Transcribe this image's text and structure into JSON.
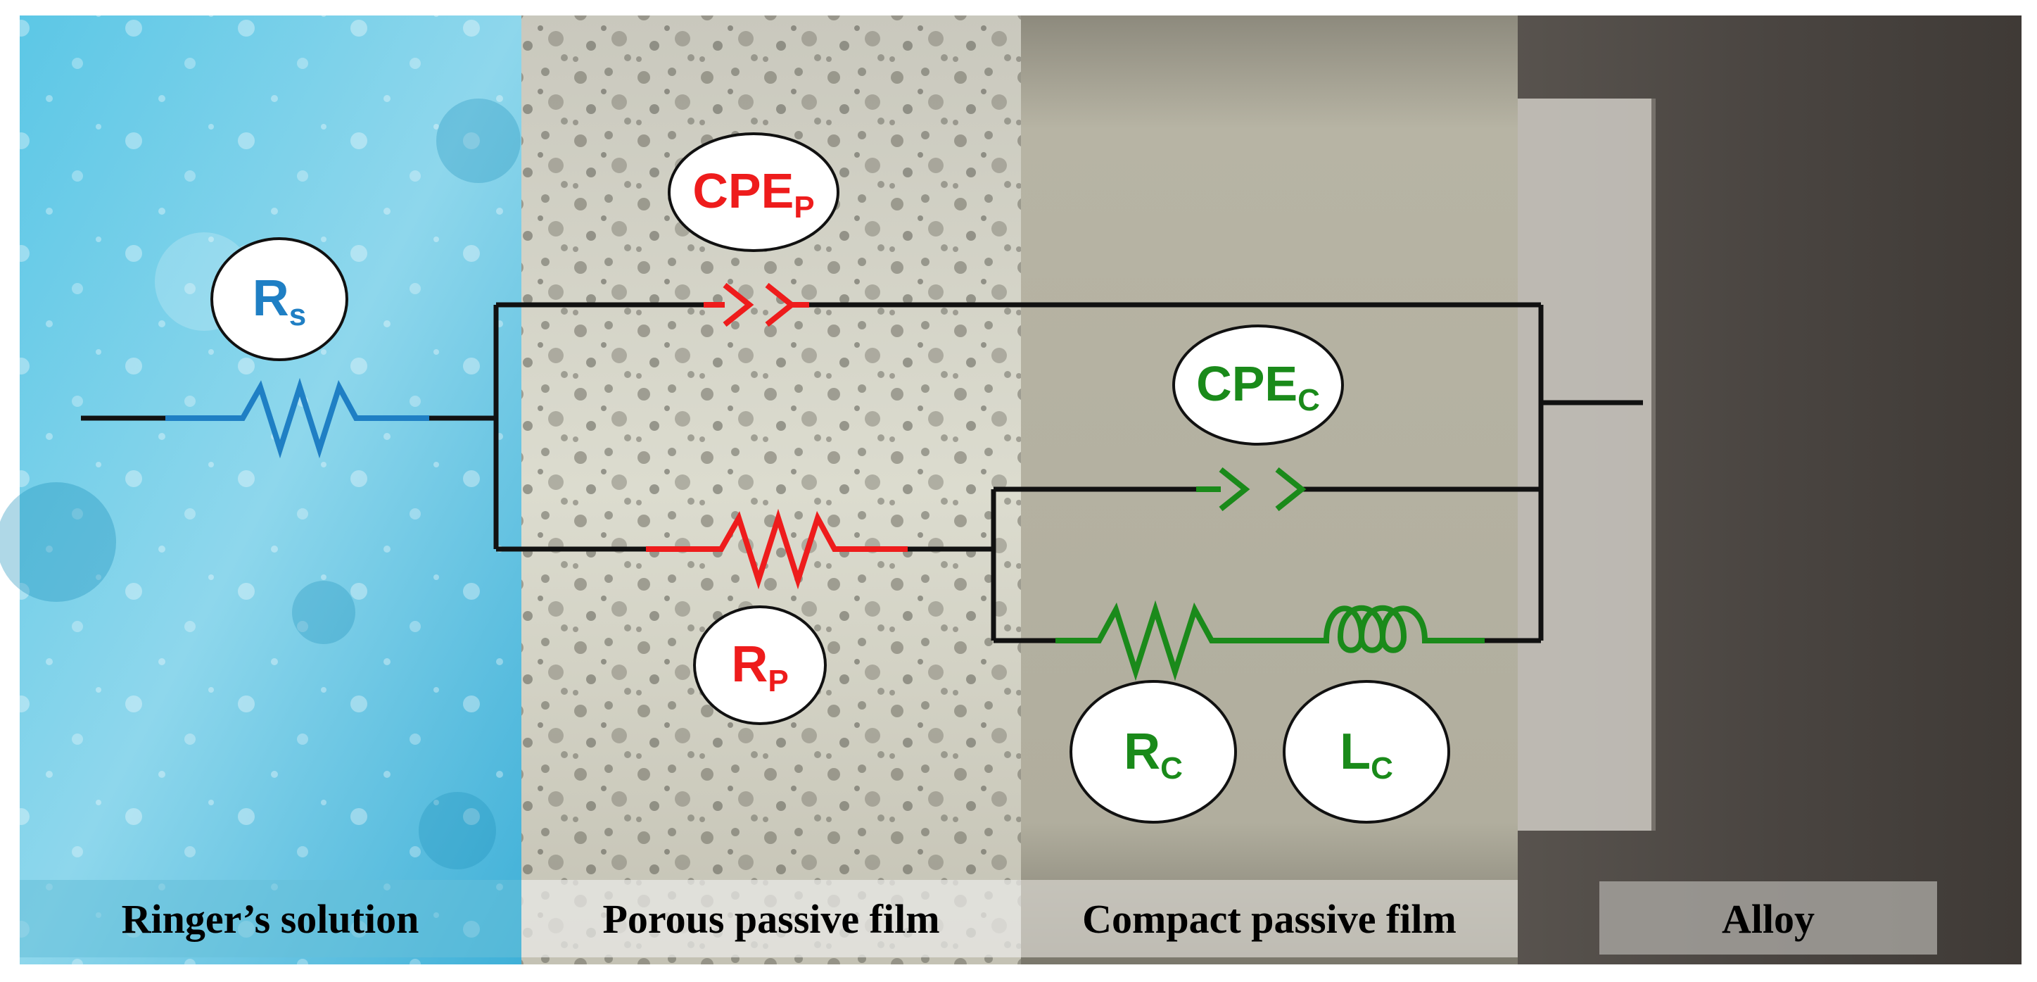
{
  "colors": {
    "solution": "#1f7fc4",
    "porous": "#ee1c1c",
    "compact": "#1a8a1a",
    "wire": "#111111"
  },
  "regions": [
    {
      "label": "Ringer’s solution"
    },
    {
      "label": "Porous passive film"
    },
    {
      "label": "Compact passive film"
    },
    {
      "label": "Alloy"
    }
  ],
  "components": {
    "rs": {
      "main": "R",
      "sub": "s"
    },
    "cpe_p": {
      "main": "CPE",
      "sub": "P"
    },
    "rp": {
      "main": "R",
      "sub": "P"
    },
    "cpe_c": {
      "main": "CPE",
      "sub": "C"
    },
    "rc": {
      "main": "R",
      "sub": "C"
    },
    "lc": {
      "main": "L",
      "sub": "C"
    }
  }
}
